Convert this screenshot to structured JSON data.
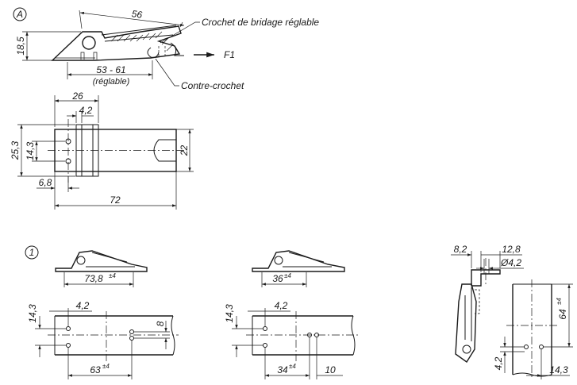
{
  "view_a": {
    "marker": "A",
    "dim_length": "56",
    "dim_height": "18,5",
    "dim_adjust": "53 - 61",
    "dim_adjust_note": "(réglable)",
    "label_hook": "Crochet de bridage réglable",
    "label_counter": "Contre-crochet",
    "label_force": "F1"
  },
  "plan_view": {
    "dim_26": "26",
    "dim_4_2": "4,2",
    "dim_25_3": "25,3",
    "dim_14_3": "14,3",
    "dim_22": "22",
    "dim_6_8": "6,8",
    "dim_72": "72"
  },
  "view_1": {
    "marker": "1",
    "variant1": {
      "side_dim": "73,8",
      "side_tol": "±4",
      "dim_14_3": "14,3",
      "dim_4_2": "4,2",
      "dim_8": "8",
      "dim_63": "63",
      "dim_63_tol": "±4"
    },
    "variant2": {
      "side_dim": "36",
      "side_tol": "±4",
      "dim_14_3": "14,3",
      "dim_4_2": "4,2",
      "dim_34": "34",
      "dim_34_tol": "±4",
      "dim_10": "10"
    },
    "variant3": {
      "dim_8_2": "8,2",
      "dim_12_8": "12,8",
      "dim_d4_2": "Ø4,2",
      "dim_64": "64",
      "dim_64_tol": "±4",
      "dim_4_2": "4,2",
      "dim_14_3": "14,3"
    }
  }
}
